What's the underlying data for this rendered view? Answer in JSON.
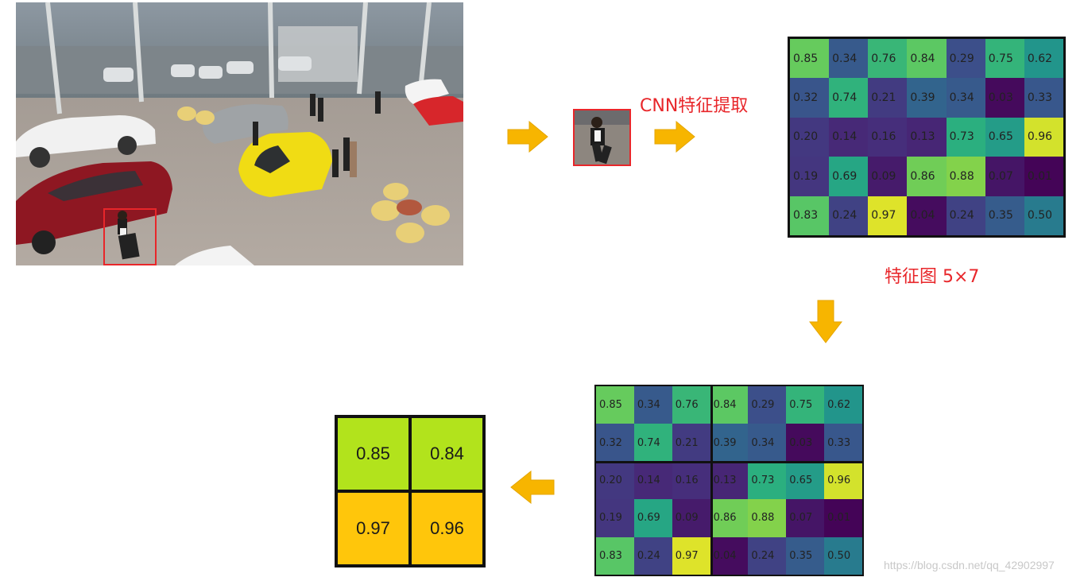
{
  "labels": {
    "cnn": "CNN特征提取",
    "feature_map": "特征图  5×7"
  },
  "feature_map": {
    "rows": [
      [
        "0.85",
        "0.34",
        "0.76",
        "0.84",
        "0.29",
        "0.75",
        "0.62"
      ],
      [
        "0.32",
        "0.74",
        "0.21",
        "0.39",
        "0.34",
        "0.03",
        "0.33"
      ],
      [
        "0.20",
        "0.14",
        "0.16",
        "0.13",
        "0.73",
        "0.65",
        "0.96"
      ],
      [
        "0.19",
        "0.69",
        "0.09",
        "0.86",
        "0.88",
        "0.07",
        "0.01"
      ],
      [
        "0.83",
        "0.24",
        "0.97",
        "0.04",
        "0.24",
        "0.35",
        "0.50"
      ]
    ]
  },
  "pooled": [
    "0.85",
    "0.84",
    "0.97",
    "0.96"
  ],
  "colors": {
    "arrow": "#f7b500",
    "highlight": "#e8262a",
    "pool_top": "#b2e31c",
    "pool_bottom": "#ffc60b"
  },
  "watermark": "https://blog.csdn.net/qq_42902997"
}
